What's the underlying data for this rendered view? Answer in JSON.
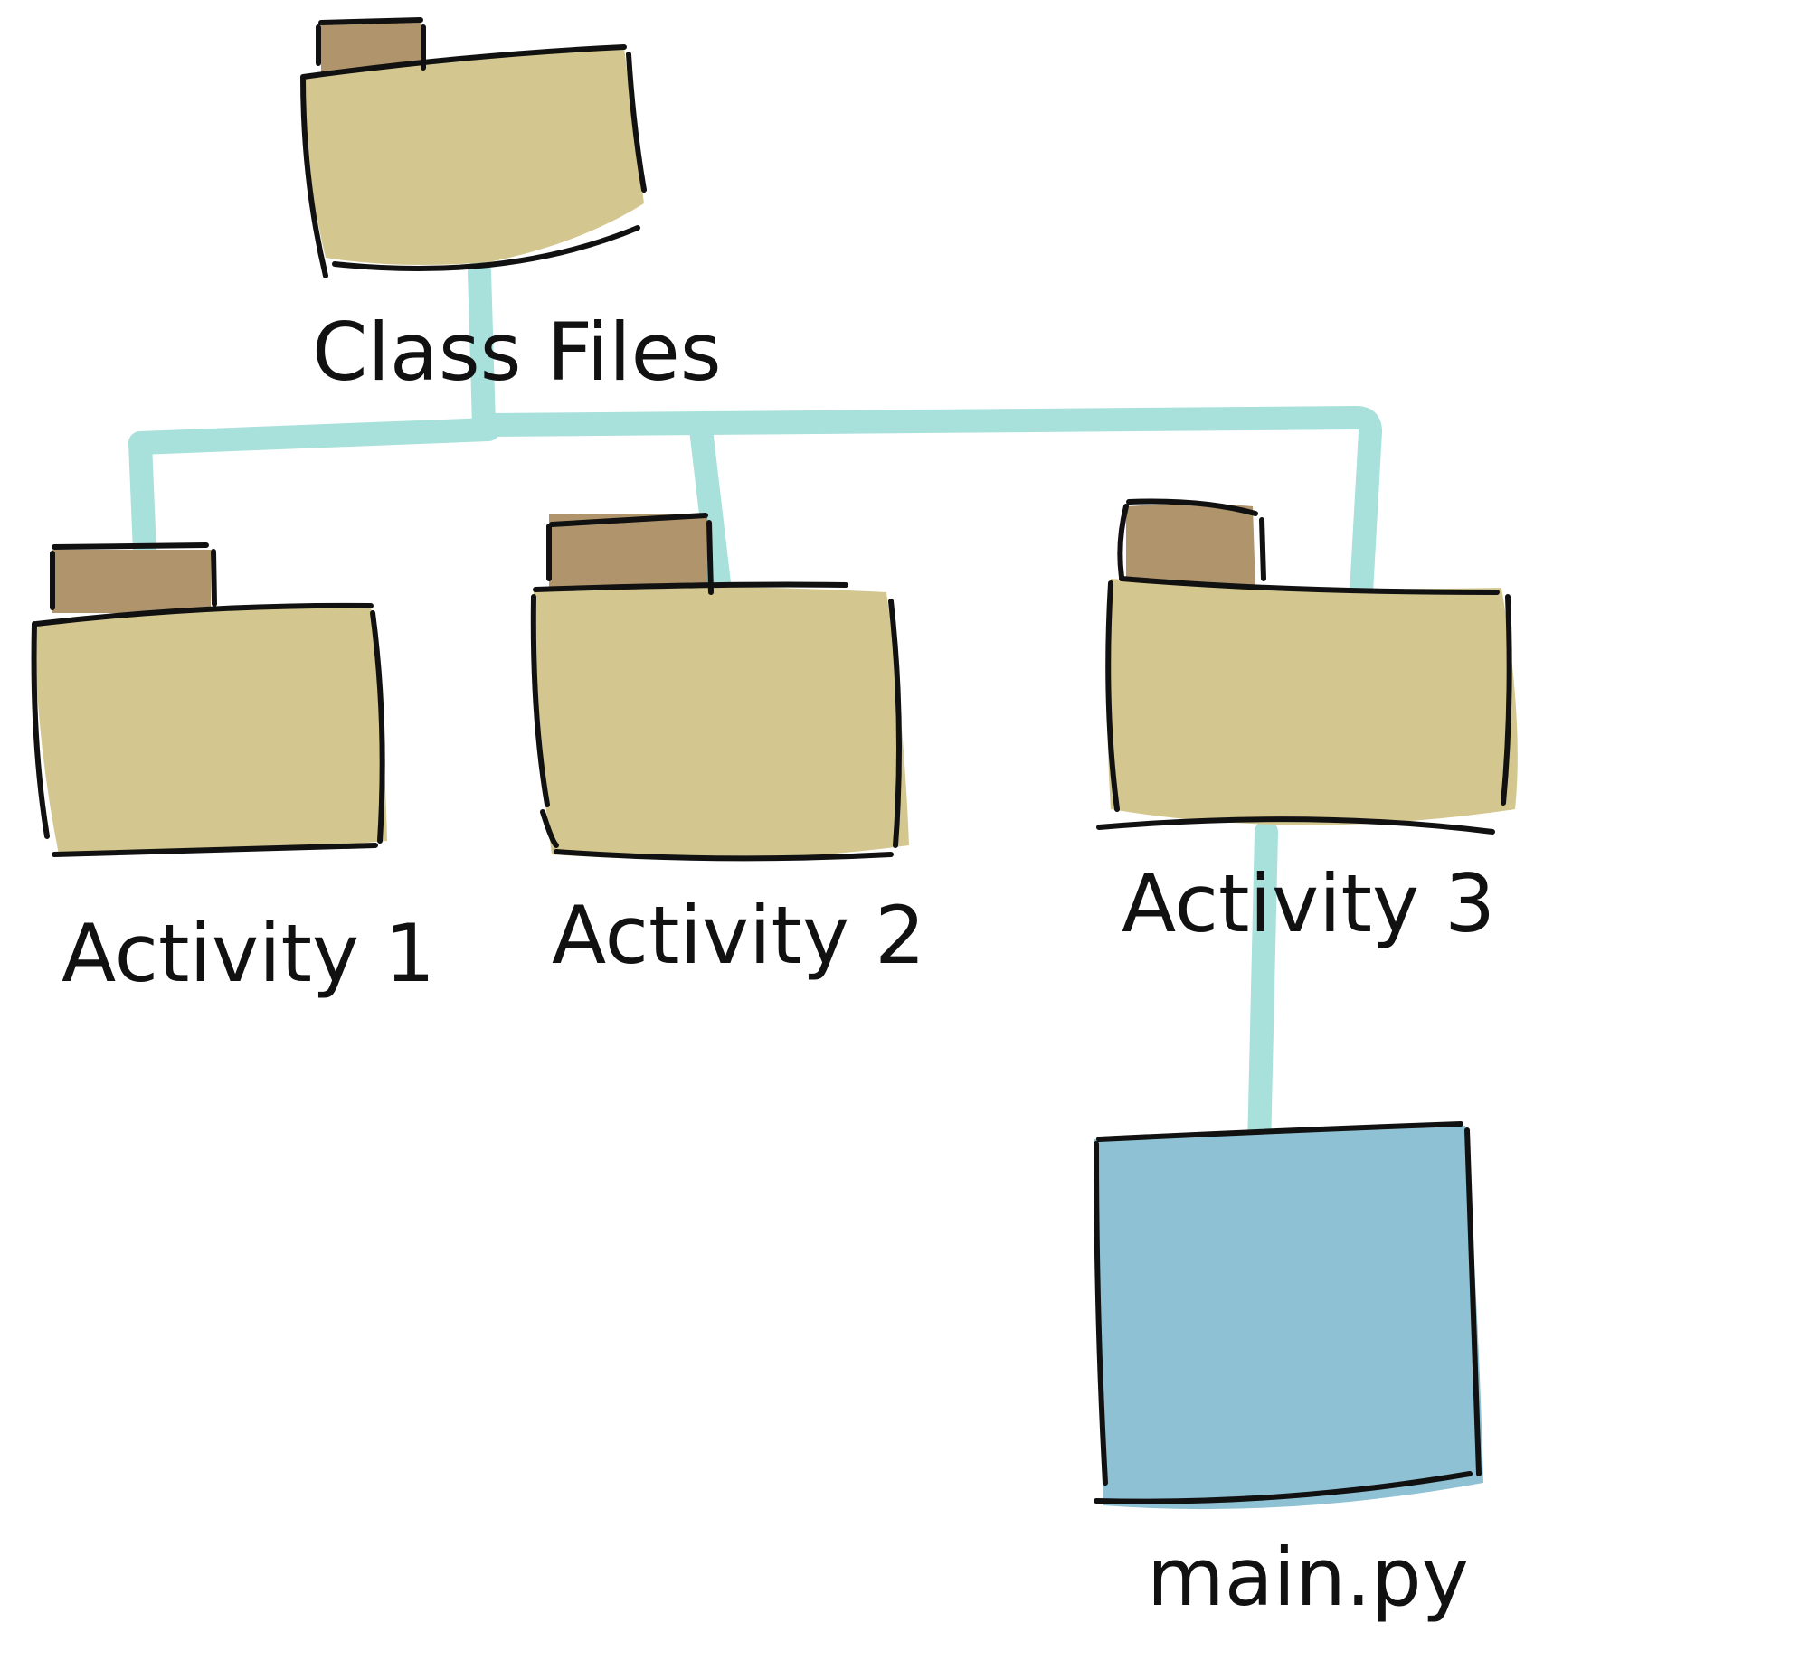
{
  "colors": {
    "connector": "#a8e0db",
    "folder_body": "#d3c78f",
    "folder_tab": "#b0956c",
    "file_body": "#8ec1d4",
    "ink": "#111111"
  },
  "tree": {
    "root": {
      "label": "Class Files",
      "icon": "folder-icon"
    },
    "children": [
      {
        "label": "Activity 1",
        "icon": "folder-icon"
      },
      {
        "label": "Activity 2",
        "icon": "folder-icon"
      },
      {
        "label": "Activity 3",
        "icon": "folder-icon"
      }
    ],
    "grandchildren": [
      {
        "label": "main.py",
        "icon": "file-icon",
        "parent": "Activity 3"
      }
    ]
  }
}
